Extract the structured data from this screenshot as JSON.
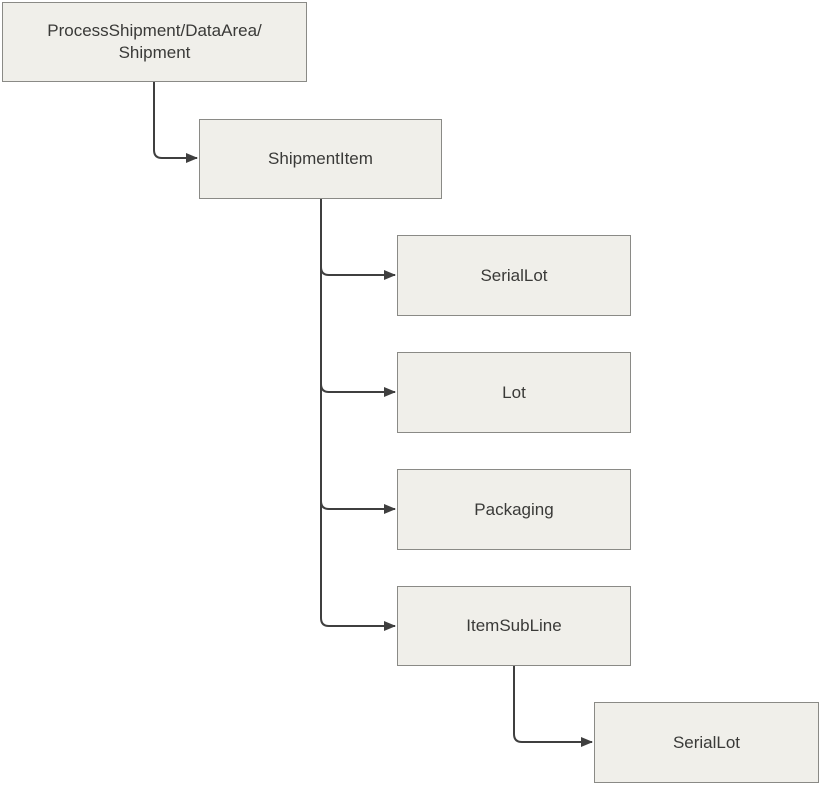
{
  "diagram": {
    "nodes": {
      "root": "ProcessShipment/DataArea/\nShipment",
      "shipment_item": "ShipmentItem",
      "serial_lot": "SerialLot",
      "lot": "Lot",
      "packaging": "Packaging",
      "item_sub_line": "ItemSubLine",
      "sub_line_serial_lot": "SerialLot"
    },
    "edges": [
      {
        "from": "root",
        "to": "shipment_item"
      },
      {
        "from": "shipment_item",
        "to": "serial_lot"
      },
      {
        "from": "shipment_item",
        "to": "lot"
      },
      {
        "from": "shipment_item",
        "to": "packaging"
      },
      {
        "from": "shipment_item",
        "to": "item_sub_line"
      },
      {
        "from": "item_sub_line",
        "to": "sub_line_serial_lot"
      }
    ],
    "colors": {
      "node_fill": "#f0efea",
      "node_border": "#8a8a86",
      "connector": "#3f3f3f",
      "text": "#3a3a38"
    }
  }
}
